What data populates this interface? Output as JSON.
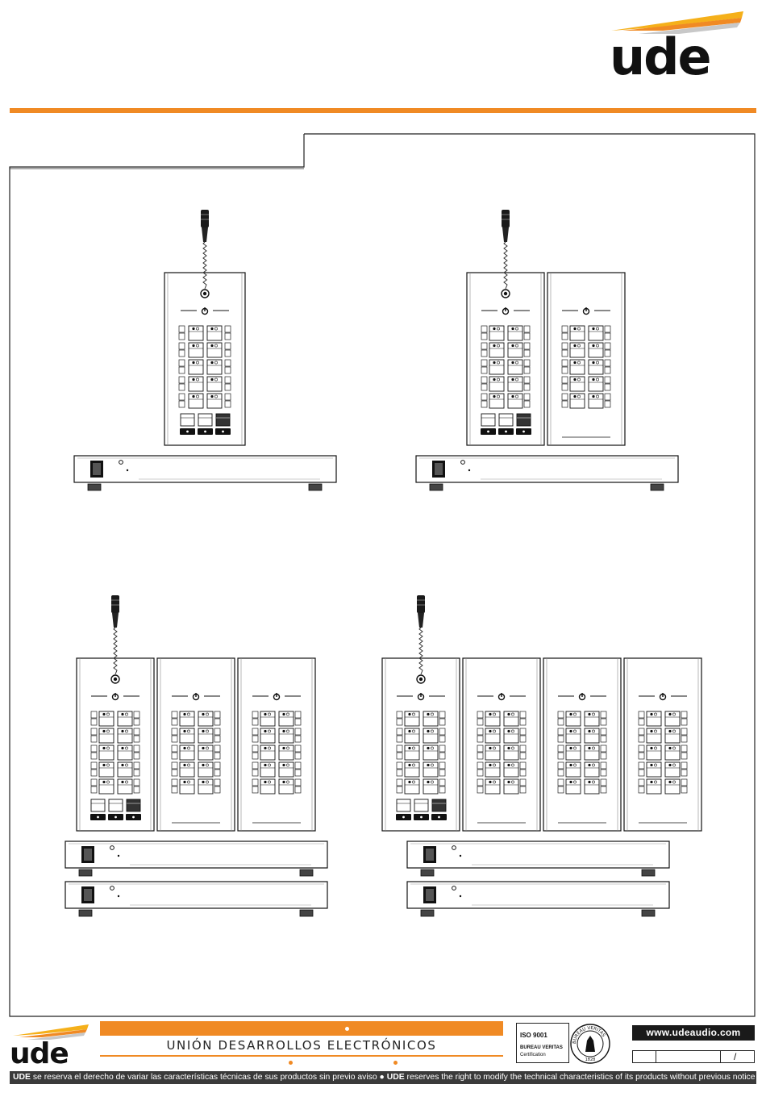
{
  "header": {
    "logo_text": "ude",
    "accent_color": "#f08a24"
  },
  "drawings": {
    "panel_control_icon": "power-icon",
    "configurations": [
      {
        "id": "config-1",
        "microphone": true,
        "extension_panels": 0,
        "amplifier_units": 1
      },
      {
        "id": "config-2",
        "microphone": true,
        "extension_panels": 1,
        "amplifier_units": 1
      },
      {
        "id": "config-3",
        "microphone": true,
        "extension_panels": 2,
        "amplifier_units": 2
      },
      {
        "id": "config-4",
        "microphone": true,
        "extension_panels": 3,
        "amplifier_units": 2
      }
    ]
  },
  "footer": {
    "logo_text": "ude",
    "company_name": "UNIÓN DESARROLLOS ELECTRÓNICOS",
    "cert_iso": "ISO 9001",
    "cert_body": "BUREAU VERITAS",
    "cert_sub": "Certification",
    "cert_seal_text": "BUREAU VERITAS",
    "cert_seal_year": "1828",
    "website": "www.udeaudio.com",
    "ref_slash": "/",
    "disclaimer_brand_es": "UDE",
    "disclaimer_es": " se reserva el derecho de variar las características técnicas de sus productos sin previo aviso ",
    "disclaimer_sep": "●",
    "disclaimer_brand_en": "UDE",
    "disclaimer_en": " reserves the right to modify the technical characteristics of its products without previous notice"
  }
}
